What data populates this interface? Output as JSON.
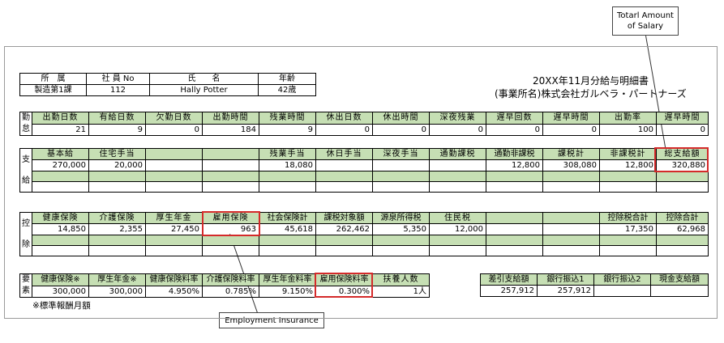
{
  "callouts": {
    "total": "Totarl Amount of Salary",
    "emp": "Employment Insurance"
  },
  "title": {
    "line1": "20XX年11月分給与明細書",
    "line2": "(事業所名)株式会社ガルベラ・パートナーズ"
  },
  "employee": {
    "headers": [
      "所　属",
      "社 員 No",
      "氏　　名",
      "年齢"
    ],
    "values": [
      "製造第1課",
      "112",
      "Hally Potter",
      "42歳"
    ]
  },
  "attendance": {
    "side": [
      "勤",
      "怠"
    ],
    "headers": [
      "出勤日数",
      "有給日数",
      "欠勤日数",
      "出勤時間",
      "残業時間",
      "休出日数",
      "休出時間",
      "深夜残業",
      "遅早回数",
      "遅早時間",
      "出勤率",
      "遅早時間"
    ],
    "values": [
      "21",
      "9",
      "0",
      "184",
      "9",
      "0",
      "0",
      "0",
      "0",
      "0",
      "100",
      "0"
    ]
  },
  "payment": {
    "side": [
      "支",
      "給"
    ],
    "headers": [
      "基本給",
      "住宅手当",
      "",
      "",
      "残業手当",
      "休日手当",
      "深夜手当",
      "通勤課税",
      "通勤非課税",
      "課税計",
      "非課税計",
      "総支給額"
    ],
    "values": [
      "270,000",
      "20,000",
      "",
      "",
      "18,080",
      "",
      "",
      "",
      "12,800",
      "308,080",
      "12,800",
      "320,880"
    ]
  },
  "deduction": {
    "side": [
      "控",
      "除"
    ],
    "headers": [
      "健康保険",
      "介護保険",
      "厚生年金",
      "雇用保険",
      "社会保険計",
      "課税対象額",
      "源泉所得税",
      "住民税",
      "",
      "",
      "控除税合計",
      "控除合計"
    ],
    "values": [
      "14,850",
      "2,355",
      "27,450",
      "963",
      "45,618",
      "262,462",
      "5,350",
      "12,000",
      "",
      "",
      "17,350",
      "62,968"
    ]
  },
  "factors": {
    "side": [
      "要",
      "素"
    ],
    "headers": [
      "健康保険※",
      "厚生年金※",
      "健康保険料率",
      "介護保険料率",
      "厚生年金料率",
      "雇用保険料率",
      "扶養人数"
    ],
    "values": [
      "300,000",
      "300,000",
      "4.950%",
      "0.785%",
      "9.150%",
      "0.300%",
      "1人"
    ],
    "note": "※標準報酬月額"
  },
  "bank": {
    "headers": [
      "差引支給額",
      "銀行振込1",
      "銀行振込2",
      "現金支給額"
    ],
    "values": [
      "257,912",
      "257,912",
      "",
      ""
    ]
  }
}
